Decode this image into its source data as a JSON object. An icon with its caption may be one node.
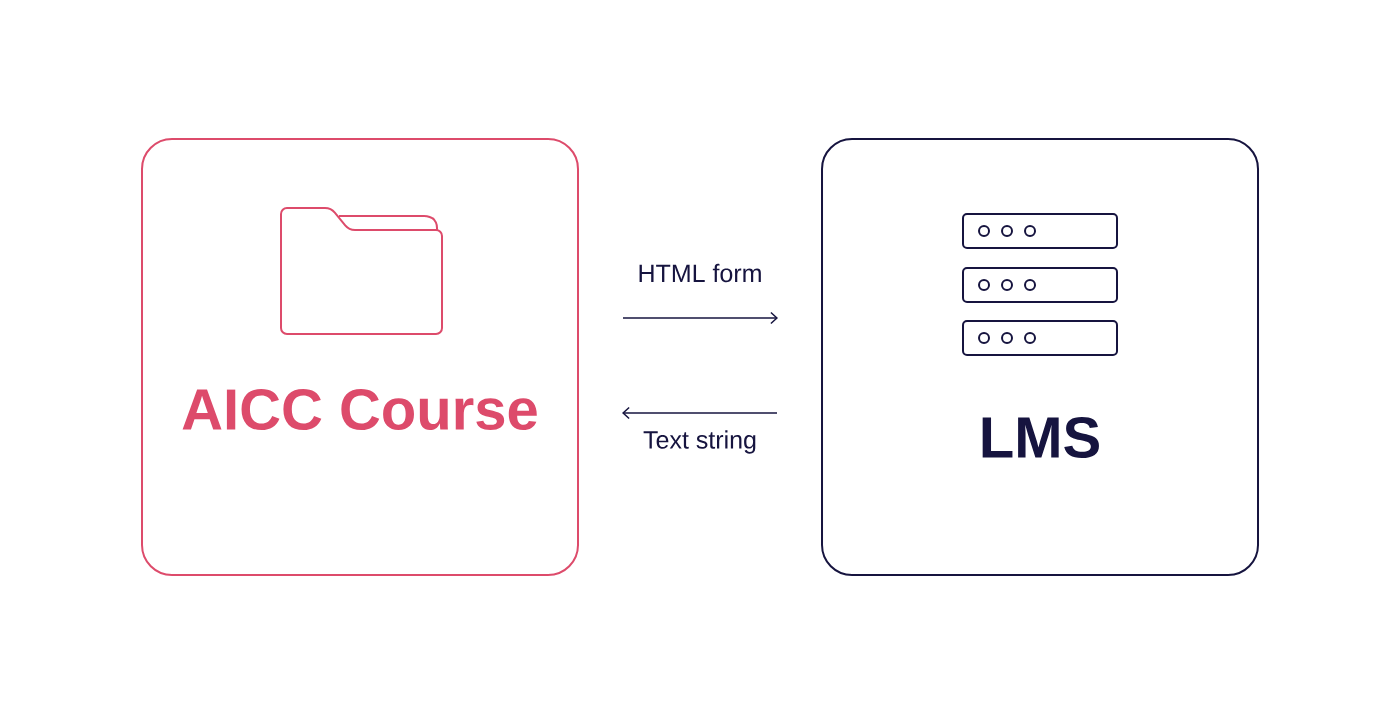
{
  "diagram": {
    "nodes": [
      {
        "text": [
          "AICC Course"
        ]
      },
      {
        "text": [
          "LMS"
        ]
      }
    ],
    "edges": [
      {
        "from": 0,
        "to": 1,
        "arrow": "to",
        "label": "HTML form"
      },
      {
        "from": 1,
        "to": 0,
        "arrow": "to",
        "label": "Text string"
      }
    ]
  }
}
